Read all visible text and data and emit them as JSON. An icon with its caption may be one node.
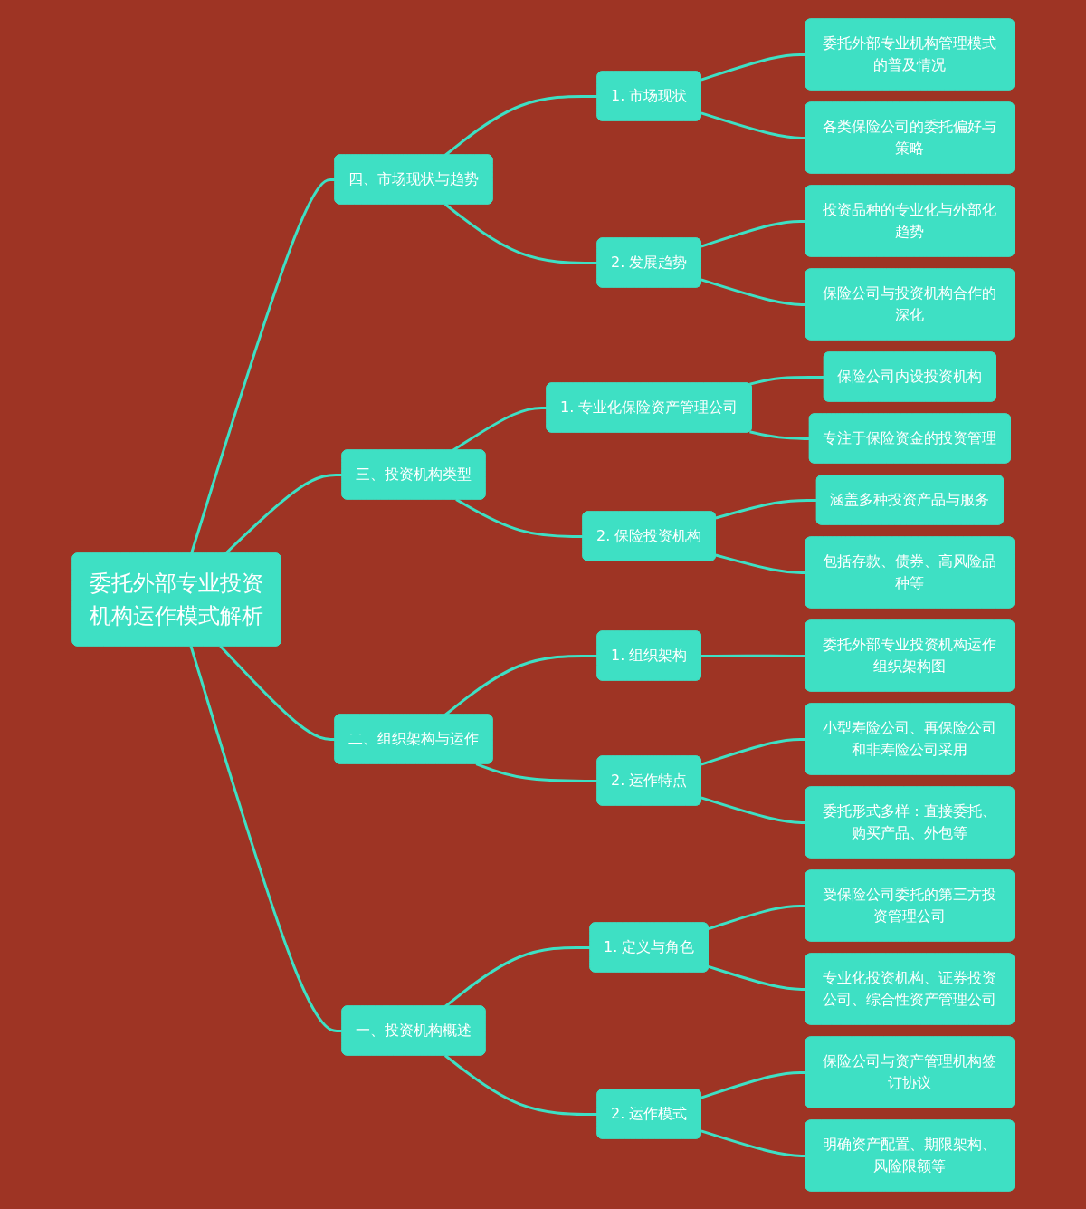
{
  "diagram": {
    "nodes": [
      {
        "text": [
          "四、市场现状与趋势"
        ]
      },
      {
        "text": [
          "1. 市场现状"
        ]
      },
      {
        "text": [
          "委托外部专业机构管理模式的普及情况"
        ]
      },
      {
        "text": [
          "各类保险公司的委托偏好与策略"
        ]
      },
      {
        "text": [
          "2. 发展趋势"
        ]
      },
      {
        "text": [
          "投资品种的专业化与外部化趋势"
        ]
      },
      {
        "text": [
          "保险公司与投资机构合作的深化"
        ]
      },
      {
        "text": [
          "三、投资机构类型"
        ]
      },
      {
        "text": [
          "1. 专业化保险资产管理公司"
        ]
      },
      {
        "text": [
          "保险公司内设投资机构"
        ]
      },
      {
        "text": [
          "专注于保险资金的投资管理"
        ]
      },
      {
        "text": [
          "2. 保险投资机构"
        ]
      },
      {
        "text": [
          "涵盖多种投资产品与服务"
        ]
      },
      {
        "text": [
          "包括存款、债券、高风险品种等"
        ]
      },
      {
        "text": [
          "二、组织架构与运作"
        ]
      },
      {
        "text": [
          "1. 组织架构"
        ]
      },
      {
        "text": [
          "委托外部专业投资机构运作组织架构图"
        ]
      },
      {
        "text": [
          "2. 运作特点"
        ]
      },
      {
        "text": [
          "小型寿险公司、再保险公司和非寿险公司采用"
        ]
      },
      {
        "text": [
          "委托形式多样：直接委托、购买产品、外包等"
        ]
      },
      {
        "text": [
          "一、投资机构概述"
        ]
      },
      {
        "text": [
          "1. 定义与角色"
        ]
      },
      {
        "text": [
          "受保险公司委托的第三方投资管理公司"
        ]
      },
      {
        "text": [
          "专业化投资机构、证券投资公司、综合性资产管理公司"
        ]
      },
      {
        "text": [
          "2. 运作模式"
        ]
      },
      {
        "text": [
          "保险公司与资产管理机构签订协议"
        ]
      },
      {
        "text": [
          "明确资产配置、期限架构、风险限额等"
        ]
      },
      {
        "text": [
          "委托外部专业投资机构运作模式解析"
        ]
      }
    ],
    "edges": [
      {
        "from": 27,
        "to": 0,
        "arrow": "none"
      },
      {
        "from": 0,
        "to": 1,
        "arrow": "none"
      },
      {
        "from": 1,
        "to": 2,
        "arrow": "none"
      },
      {
        "from": 1,
        "to": 3,
        "arrow": "none"
      },
      {
        "from": 0,
        "to": 4,
        "arrow": "none"
      },
      {
        "from": 4,
        "to": 5,
        "arrow": "none"
      },
      {
        "from": 4,
        "to": 6,
        "arrow": "none"
      },
      {
        "from": 27,
        "to": 7,
        "arrow": "none"
      },
      {
        "from": 7,
        "to": 8,
        "arrow": "none"
      },
      {
        "from": 8,
        "to": 9,
        "arrow": "none"
      },
      {
        "from": 8,
        "to": 10,
        "arrow": "none"
      },
      {
        "from": 7,
        "to": 11,
        "arrow": "none"
      },
      {
        "from": 11,
        "to": 12,
        "arrow": "none"
      },
      {
        "from": 11,
        "to": 13,
        "arrow": "none"
      },
      {
        "from": 27,
        "to": 14,
        "arrow": "none"
      },
      {
        "from": 14,
        "to": 15,
        "arrow": "none"
      },
      {
        "from": 15,
        "to": 16,
        "arrow": "none"
      },
      {
        "from": 14,
        "to": 17,
        "arrow": "none"
      },
      {
        "from": 17,
        "to": 18,
        "arrow": "none"
      },
      {
        "from": 17,
        "to": 19,
        "arrow": "none"
      },
      {
        "from": 27,
        "to": 20,
        "arrow": "none"
      },
      {
        "from": 20,
        "to": 21,
        "arrow": "none"
      },
      {
        "from": 21,
        "to": 22,
        "arrow": "none"
      },
      {
        "from": 21,
        "to": 23,
        "arrow": "none"
      },
      {
        "from": 20,
        "to": 24,
        "arrow": "none"
      },
      {
        "from": 24,
        "to": 25,
        "arrow": "none"
      },
      {
        "from": 24,
        "to": 26,
        "arrow": "none"
      }
    ]
  }
}
